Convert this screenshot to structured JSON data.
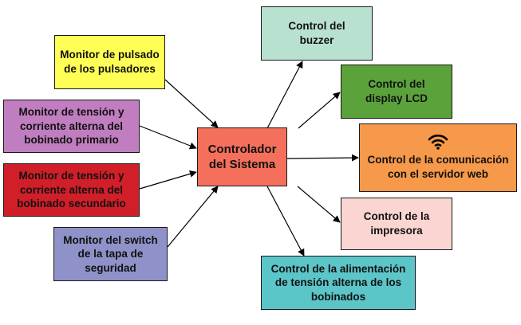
{
  "nodes": {
    "center": {
      "label": "Controlador del Sistema",
      "color": "#f4705c"
    },
    "pulsadores": {
      "label": "Monitor de pulsado de los pulsadores",
      "color": "#ffff55"
    },
    "primario": {
      "label": "Monitor de tensión y corriente alterna del bobinado primario",
      "color": "#c07dbf"
    },
    "secundario": {
      "label": "Monitor de tensión y corriente alterna del bobinado secundario",
      "color": "#d11f2a"
    },
    "tapa": {
      "label": "Monitor del switch de la tapa de seguridad",
      "color": "#8e92c8"
    },
    "buzzer": {
      "label": "Control del buzzer",
      "color": "#b9e1d0"
    },
    "lcd": {
      "label": "Control del display LCD",
      "color": "#5ba23b"
    },
    "web": {
      "label": "Control de la comunicación con el servidor web",
      "color": "#f7994a",
      "icon": "wifi-icon"
    },
    "impresora": {
      "label": "Control de la impresora",
      "color": "#fbd5d1"
    },
    "alimentacion": {
      "label": "Control de la alimentación de tensión alterna de los bobinados",
      "color": "#5bc5c8"
    }
  }
}
